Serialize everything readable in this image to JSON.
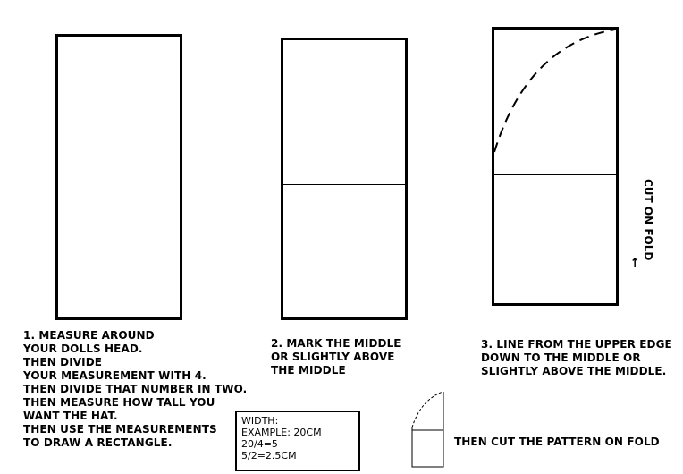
{
  "step1": {
    "lines": [
      "1. MEASURE AROUND",
      "YOUR DOLLS HEAD.",
      "THEN DIVIDE",
      "YOUR MEASUREMENT WITH 4.",
      "THEN DIVIDE THAT NUMBER IN TWO.",
      "THEN MEASURE HOW TALL YOU",
      "WANT THE HAT.",
      "THEN USE THE MEASUREMENTS",
      "TO DRAW A RECTANGLE."
    ]
  },
  "step2": {
    "lines": [
      "2. MARK THE MIDDLE",
      "OR SLIGHTLY ABOVE",
      "THE MIDDLE"
    ]
  },
  "step3": {
    "lines": [
      "3. LINE FROM THE UPPER EDGE",
      "DOWN TO THE MIDDLE OR",
      "SLIGHTLY ABOVE THE MIDDLE."
    ]
  },
  "example_box": {
    "lines": [
      "WIDTH:",
      "EXAMPLE: 20CM",
      "20/4=5",
      "5/2=2.5CM"
    ]
  },
  "fold_label": "CUT ON FOLD",
  "arrow_glyph": "←",
  "final_step": "THEN CUT THE PATTERN ON FOLD"
}
